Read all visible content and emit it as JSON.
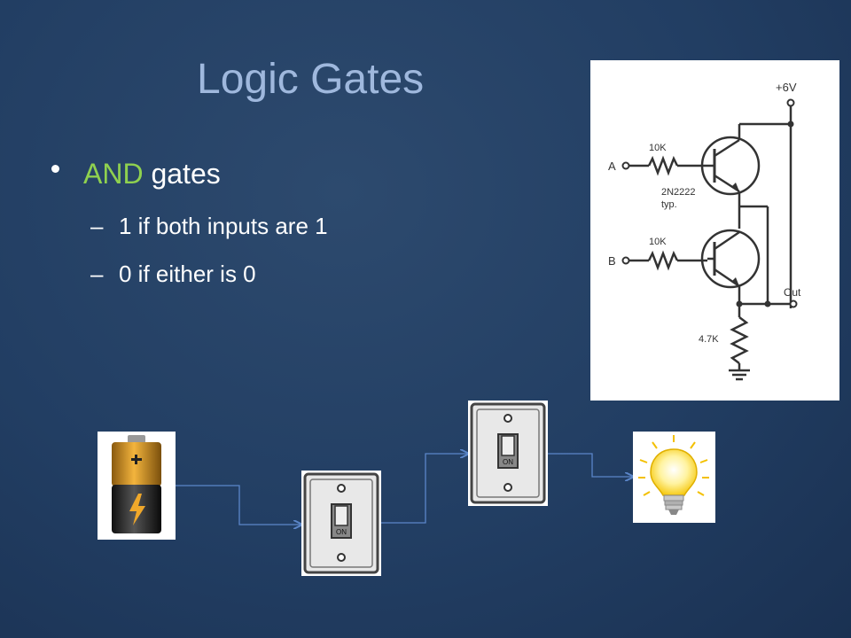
{
  "slide": {
    "title": "Logic Gates",
    "bullet": {
      "keyword": "AND",
      "rest": " gates"
    },
    "sub_bullets": [
      {
        "dash": "–",
        "text": "1 if both inputs are 1"
      },
      {
        "dash": "–",
        "text": "0 if either is 0"
      }
    ]
  },
  "schematic": {
    "supply": "+6V",
    "input_a": "A",
    "input_b": "B",
    "resistor_a": "10K",
    "resistor_b": "10K",
    "transistor_part": "2N2222",
    "transistor_note": "typ.",
    "output": "Out",
    "load_resistor": "4.7K"
  },
  "switch_label": "ON",
  "icons": [
    "battery-icon",
    "switch-icon",
    "switch-icon",
    "lightbulb-icon"
  ],
  "colors": {
    "accent_green": "#8fd14f",
    "title": "#9fb8dd",
    "wire": "#5b86c9"
  }
}
